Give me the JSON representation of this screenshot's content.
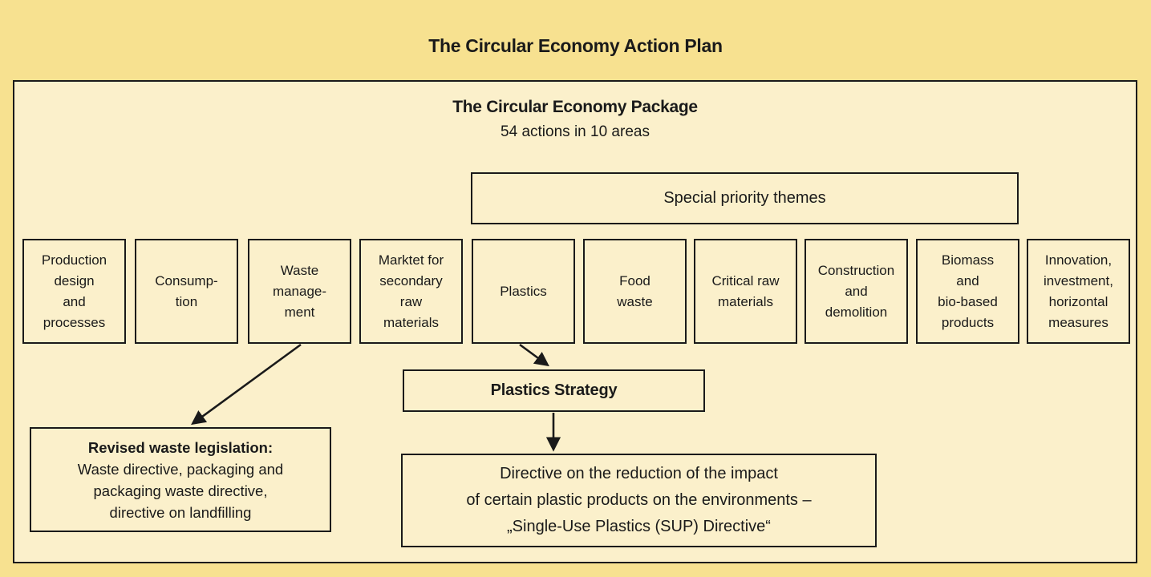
{
  "page_title": "The Circular Economy Action Plan",
  "package": {
    "title": "The Circular Economy Package",
    "subtitle": "54 actions in 10 areas"
  },
  "special_priority": {
    "label": "Special priority themes"
  },
  "areas": [
    {
      "label": "Production\ndesign\nand\nprocesses"
    },
    {
      "label": "Consump-\ntion"
    },
    {
      "label": "Waste\nmanage-\nment"
    },
    {
      "label": "Marktet for\nsecondary\nraw\nmaterials"
    },
    {
      "label": "Plastics"
    },
    {
      "label": "Food\nwaste"
    },
    {
      "label": "Critical raw\nmaterials"
    },
    {
      "label": "Construction\nand\ndemolition"
    },
    {
      "label": "Biomass\nand\nbio-based\nproducts"
    },
    {
      "label": "Innovation,\ninvestment,\nhorizontal\nmeasures"
    }
  ],
  "plastics_strategy": {
    "label": "Plastics Strategy"
  },
  "revised_waste_legislation": {
    "title": "Revised waste legislation:",
    "body": "Waste directive, packaging and\npackaging waste directive,\ndirective on landfilling"
  },
  "sup_directive": {
    "text": "Directive on the reduction of the impact\nof certain plastic products on the environments –\n„Single-Use Plastics (SUP) Directive“"
  },
  "colors": {
    "outer_background": "#F7E190",
    "panel_background": "#FBF0CB",
    "border": "#1A1A1A",
    "text": "#1A1A1A"
  }
}
